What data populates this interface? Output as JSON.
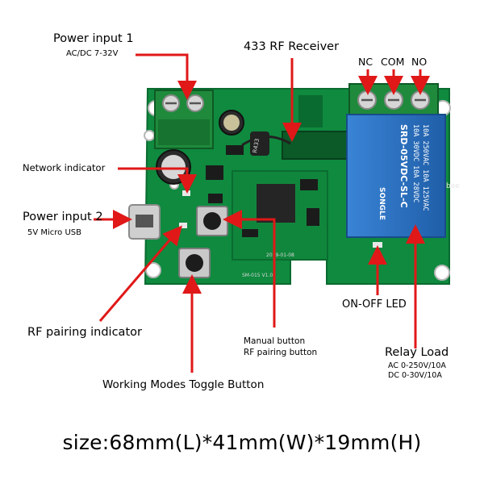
{
  "labels": {
    "power_input_1": "Power input 1",
    "power_input_1_spec": "AC/DC 7-32V",
    "rf_receiver": "433 RF Receiver",
    "nc": "NC",
    "com": "COM",
    "no": "NO",
    "network_indicator": "Network indicator",
    "power_input_2": "Power input 2",
    "power_input_2_spec": "5V Micro USB",
    "rf_pairing_indicator": "RF pairing indicator",
    "manual_button": "Manual button",
    "rf_pairing_button": "RF pairing button",
    "on_off_led": "ON-OFF LED",
    "relay_load": "Relay Load",
    "relay_load_ac": "AC 0-250V/10A",
    "relay_load_dc": "DC 0-30V/10A",
    "working_modes_button": "Working Modes Toggle Button"
  },
  "relay_print": {
    "line1": "SRD-05VDC-SL-C",
    "line2": "10A 250VAC 10A 125VAC",
    "line3": "10A 30VDC 10A 28VDC",
    "brand": "SONGLE"
  },
  "board_print": {
    "module_label": "SM-015 V1.0",
    "date_code": "2019-01-08",
    "bee": "bee",
    "rf_module": "R433"
  },
  "size_caption": "size:68mm(L)*41mm(W)*19mm(H)",
  "colors": {
    "pcb": "#0f8a3f",
    "pcb_dark": "#0a6b30",
    "terminal": "#1f8a3c",
    "relay": "#2a6fc0",
    "arrow": "#e01818"
  }
}
